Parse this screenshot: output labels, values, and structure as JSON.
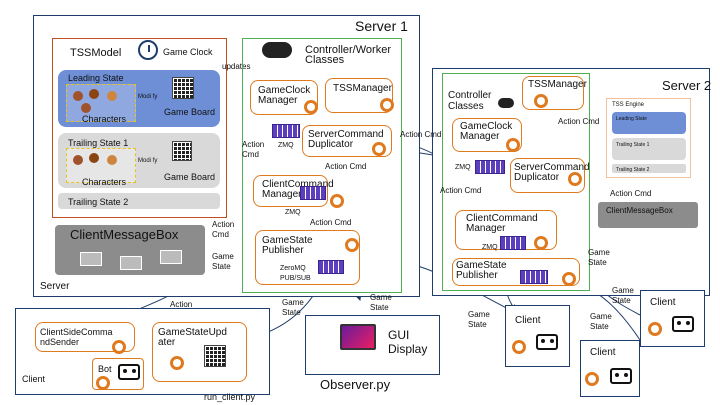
{
  "server1": {
    "title": "Server 1",
    "server_label": "Server",
    "tss_model": "TSSModel",
    "game_clock": "Game Clock",
    "updates": "updates",
    "leading_state": "Leading State",
    "modify": "Modi fy",
    "game_board": "Game Board",
    "characters": "Characters",
    "trailing_state_1": "Trailing State 1",
    "trailing_state_2": "Trailing State 2",
    "client_message_box": "ClientMessageBox",
    "controller_worker_classes": "Controller/Worker Classes",
    "game_clock_manager": "GameClock Manager",
    "tss_manager": "TSSManager",
    "zmq": "ZMQ",
    "server_command_duplicator": "ServerCommand Duplicator",
    "action_cmd": "Action Cmd",
    "client_command_manager": "ClientCommand Manager",
    "game_state_publisher": "GameState Publisher",
    "zeromq_pubsub": "ZeroMQ PUB/SUB",
    "game_state": "Game State"
  },
  "client_panel": {
    "client_side_command_sender": "ClientSideComma ndSender",
    "game_state_updater": "GameStateUpd ater",
    "client": "Client",
    "bot": "Bot",
    "filename": "run_client.py"
  },
  "observer": {
    "gui_display": "GUI Display",
    "filename": "Observer.py"
  },
  "server2": {
    "title": "Server 2",
    "controller_classes": "Controller Classes",
    "tss_manager": "TSSManager",
    "game_clock_manager": "GameClock Manager",
    "zmq": "ZMQ",
    "server_command_duplicator": "ServerCommand Duplicator",
    "client_command_manager": "ClientCommand Manager",
    "game_state_publisher": "GameState Publisher",
    "tss_engine": "TSS Engine",
    "leading_state": "Leading State",
    "trailing_state_1": "Trailing State 1",
    "trailing_state_2": "Trailing State 2",
    "client_message_box": "ClientMessageBox",
    "action_cmd": "Action Cmd",
    "game_state": "Game State"
  },
  "clients": {
    "client": "Client"
  }
}
